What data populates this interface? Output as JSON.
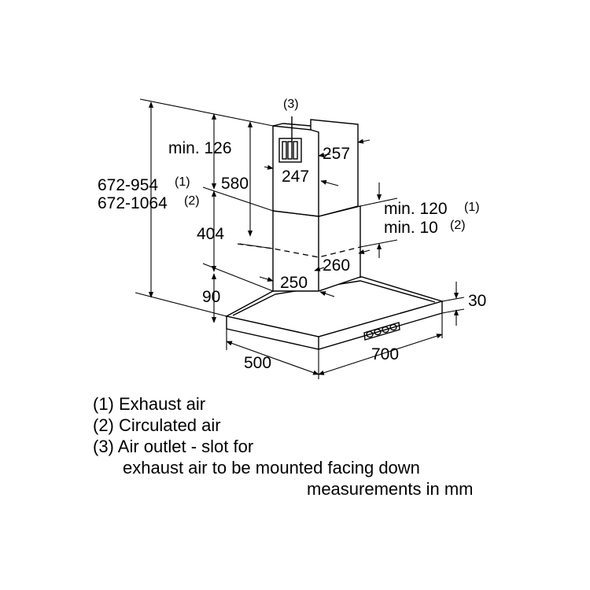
{
  "dimensions": {
    "min_126": "min. 126",
    "h_580": "580",
    "h_total_1": "672-954",
    "h_total_1_ref": "(1)",
    "h_total_2": "672-1064",
    "h_total_2_ref": "(2)",
    "h_404": "404",
    "h_90": "90",
    "w_257": "257",
    "w_247": "247",
    "min_120": "min. 120",
    "min_120_ref": "(1)",
    "min_10": "min. 10",
    "min_10_ref": "(2)",
    "w_260": "260",
    "w_250": "250",
    "h_30": "30",
    "d_500": "500",
    "w_700": "700",
    "outlet_ref": "(3)"
  },
  "legend": {
    "item1": "(1) Exhaust air",
    "item2": "(2) Circulated air",
    "item3_line1": "(3) Air outlet - slot for",
    "item3_line2": "exhaust air to be mounted facing down",
    "units_note": "measurements in mm"
  }
}
